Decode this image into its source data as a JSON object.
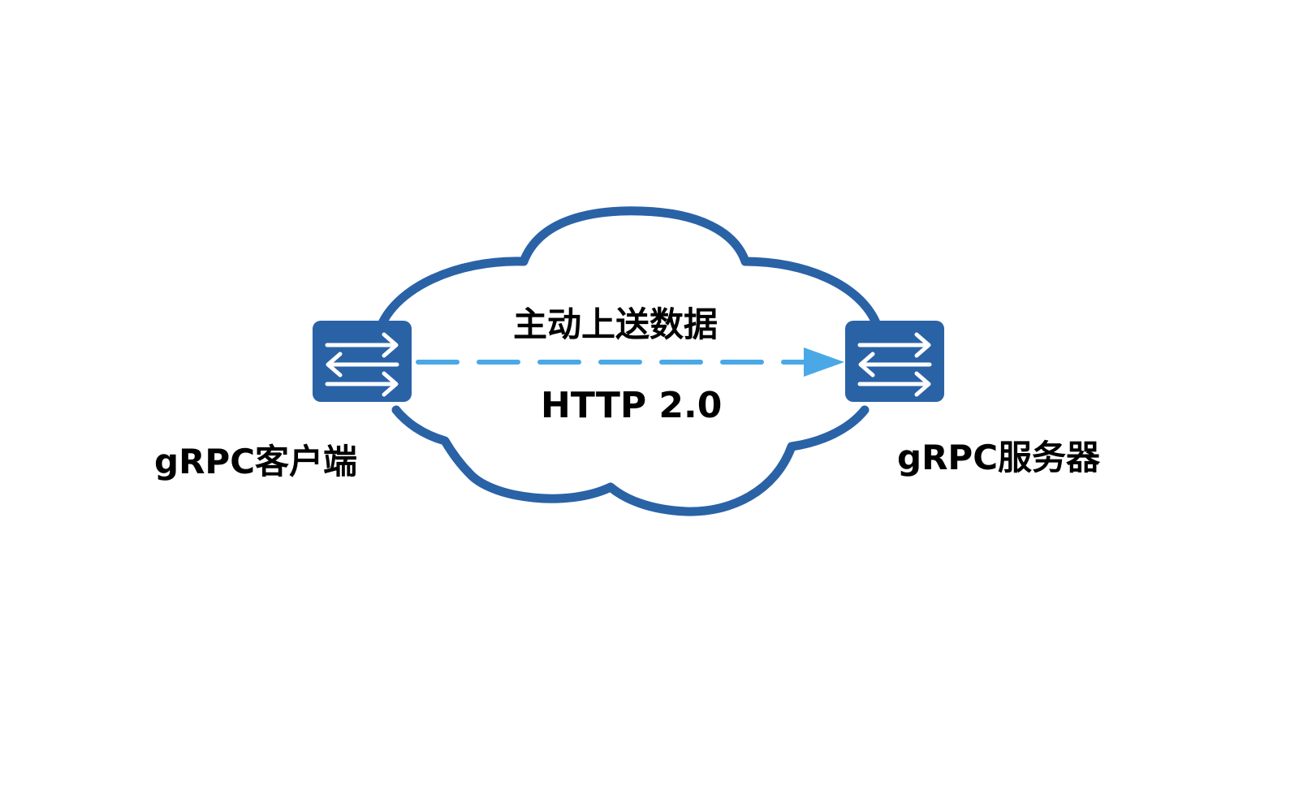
{
  "diagram": {
    "type": "network-flow",
    "cloud": {
      "label": "",
      "stroke_color": "#2a62a6"
    },
    "nodes": [
      {
        "id": "client",
        "label": "gRPC客户端",
        "icon": "switch-icon",
        "color": "#2a62a6"
      },
      {
        "id": "server",
        "label": "gRPC服务器",
        "icon": "switch-icon",
        "color": "#2a62a6"
      }
    ],
    "edges": [
      {
        "from": "client",
        "to": "server",
        "style": "dashed",
        "color": "#4aa8e6",
        "label_above": "主动上送数据",
        "label_below": "HTTP 2.0"
      }
    ]
  },
  "colors": {
    "cloud": "#2a62a6",
    "switch": "#2a62a6",
    "arrow": "#4aa8e6",
    "text": "#000000",
    "background": "#ffffff"
  }
}
